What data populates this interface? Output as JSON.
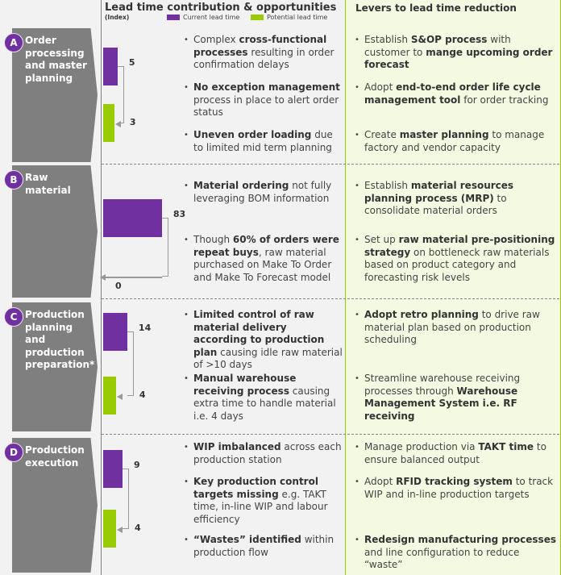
{
  "header": {
    "middle_title": "Lead time contribution & opportunities",
    "index_label": "(Index)",
    "right_title": "Levers to lead time reduction"
  },
  "legend": {
    "current": "Current lead time",
    "potential": "Potential lead time",
    "current_color": "#7030a0",
    "potential_color": "#99cc00"
  },
  "sections": [
    {
      "letter": "A",
      "title": "Order processing and master planning",
      "current": 5,
      "potential": 3,
      "opportunities": [
        [
          {
            "t": "Complex "
          },
          {
            "t": "cross-functional processes",
            "b": 1
          },
          {
            "t": " resulting in order confirmation delays"
          }
        ],
        [
          {
            "t": "No exception management",
            "b": 1
          },
          {
            "t": " process in place to alert order status"
          }
        ],
        [
          {
            "t": "Uneven order loading",
            "b": 1
          },
          {
            "t": " due to limited mid term planning"
          }
        ]
      ],
      "levers": [
        [
          {
            "t": "Establish "
          },
          {
            "t": "S&OP process",
            "b": 1
          },
          {
            "t": " with customer to "
          },
          {
            "t": "mange upcoming order forecast",
            "b": 1
          }
        ],
        [
          {
            "t": "Adopt "
          },
          {
            "t": "end-to-end order life cycle management tool",
            "b": 1
          },
          {
            "t": " for order tracking"
          }
        ],
        [
          {
            "t": "Create "
          },
          {
            "t": "master planning",
            "b": 1
          },
          {
            "t": " to manage factory and vendor capacity"
          }
        ]
      ]
    },
    {
      "letter": "B",
      "title": "Raw material",
      "current": 83,
      "potential": 0,
      "opportunities": [
        [
          {
            "t": "Material ordering",
            "b": 1
          },
          {
            "t": " not fully leveraging BOM information"
          }
        ],
        [
          {
            "t": "Though "
          },
          {
            "t": "60% of orders were repeat buys",
            "b": 1
          },
          {
            "t": ", raw material purchased on Make To Order and Make To Forecast model"
          }
        ]
      ],
      "levers": [
        [
          {
            "t": "Establish "
          },
          {
            "t": "material resources planning process (MRP)",
            "b": 1
          },
          {
            "t": " to consolidate material orders"
          }
        ],
        [
          {
            "t": "Set up "
          },
          {
            "t": "raw material pre-positioning strategy",
            "b": 1
          },
          {
            "t": " on bottleneck raw materials based on product category and forecasting risk levels"
          }
        ]
      ]
    },
    {
      "letter": "C",
      "title": "Production planning and production preparation*",
      "current": 14,
      "potential": 4,
      "opportunities": [
        [
          {
            "t": "Limited control of raw material delivery according to production plan",
            "b": 1
          },
          {
            "t": " causing idle raw material of >10 days"
          }
        ],
        [
          {
            "t": "Manual warehouse receiving process",
            "b": 1
          },
          {
            "t": " causing extra time to handle material i.e. 4 days"
          }
        ]
      ],
      "levers": [
        [
          {
            "t": "Adopt retro planning",
            "b": 1
          },
          {
            "t": " to drive raw material plan based on production scheduling"
          }
        ],
        [
          {
            "t": "Streamline warehouse receiving processes through "
          },
          {
            "t": "Warehouse Management System i.e. RF receiving",
            "b": 1
          }
        ]
      ]
    },
    {
      "letter": "D",
      "title": "Production execution",
      "current": 9,
      "potential": 4,
      "opportunities": [
        [
          {
            "t": "WIP imbalanced",
            "b": 1
          },
          {
            "t": " across each production station"
          }
        ],
        [
          {
            "t": "Key production control targets missing",
            "b": 1
          },
          {
            "t": " e.g. TAKT time, in-line WIP and labour efficiency"
          }
        ],
        [
          {
            "t": "“Wastes” identified",
            "b": 1
          },
          {
            "t": " within production flow"
          }
        ]
      ],
      "levers": [
        [
          {
            "t": "Manage production via "
          },
          {
            "t": "TAKT time",
            "b": 1
          },
          {
            "t": " to ensure balanced output"
          }
        ],
        [
          {
            "t": "Adopt "
          },
          {
            "t": "RFID tracking system",
            "b": 1
          },
          {
            "t": " to track WIP and in-line production targets"
          }
        ],
        [
          {
            "t": "Redesign manufacturing processes",
            "b": 1
          },
          {
            "t": " and line configuration to reduce “waste”"
          }
        ]
      ]
    }
  ]
}
